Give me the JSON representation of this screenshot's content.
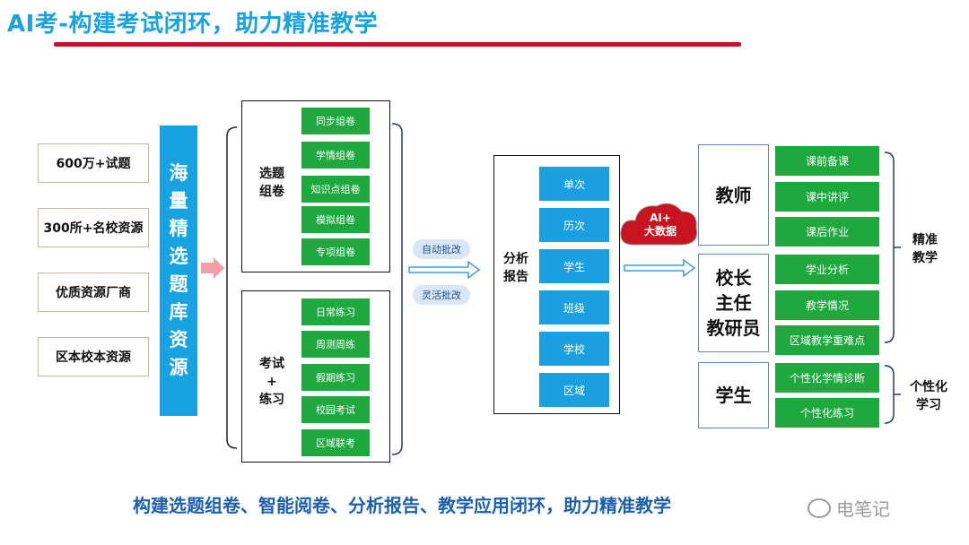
{
  "title": "AI考-构建考试闭环，助力精准教学",
  "sources": [
    "600万+试题",
    "300所+名校资源",
    "优质资源厂商",
    "区本校本资源"
  ],
  "vertical_bar": [
    "海",
    "量",
    "精",
    "选",
    "题",
    "库",
    "资",
    "源"
  ],
  "selection": {
    "label": [
      "选题",
      "组卷"
    ],
    "items": [
      "同步组卷",
      "学情组卷",
      "知识点组卷",
      "模拟组卷",
      "专项组卷"
    ]
  },
  "exam": {
    "label": [
      "考试",
      "+",
      "练习"
    ],
    "items": [
      "日常练习",
      "周测周练",
      "假期练习",
      "校园考试",
      "区域联考"
    ]
  },
  "grading": [
    "自动批改",
    "灵活批改"
  ],
  "analysis": {
    "label": [
      "分析",
      "报告"
    ],
    "items": [
      "单次",
      "历次",
      "学生",
      "班级",
      "学校",
      "区域"
    ]
  },
  "cloud": [
    "AI+",
    "大数据"
  ],
  "roles": {
    "teacher": {
      "label": [
        "教师"
      ],
      "items": [
        "课前备课",
        "课中讲评",
        "课后作业"
      ]
    },
    "admin": {
      "label": [
        "校长",
        "主任",
        "教研员"
      ],
      "items": [
        "学业分析",
        "教学情况",
        "区域教学重难点"
      ]
    },
    "student": {
      "label": [
        "学生"
      ],
      "items": [
        "个性化学情诊断",
        "个性化练习"
      ]
    }
  },
  "outcomes": {
    "precise": [
      "精准",
      "教学"
    ],
    "personal": [
      "个性化",
      "学习"
    ]
  },
  "bottom_text": "构建选题组卷、智能阅卷、分析报告、教学应用闭环，助力精准教学",
  "watermark": "电笔记",
  "colors": {
    "title": "#1aa3de",
    "red_line": "#c8102e",
    "green": "#1ea83e",
    "blue": "#1aa0e0",
    "cloud": "#c8141e"
  }
}
